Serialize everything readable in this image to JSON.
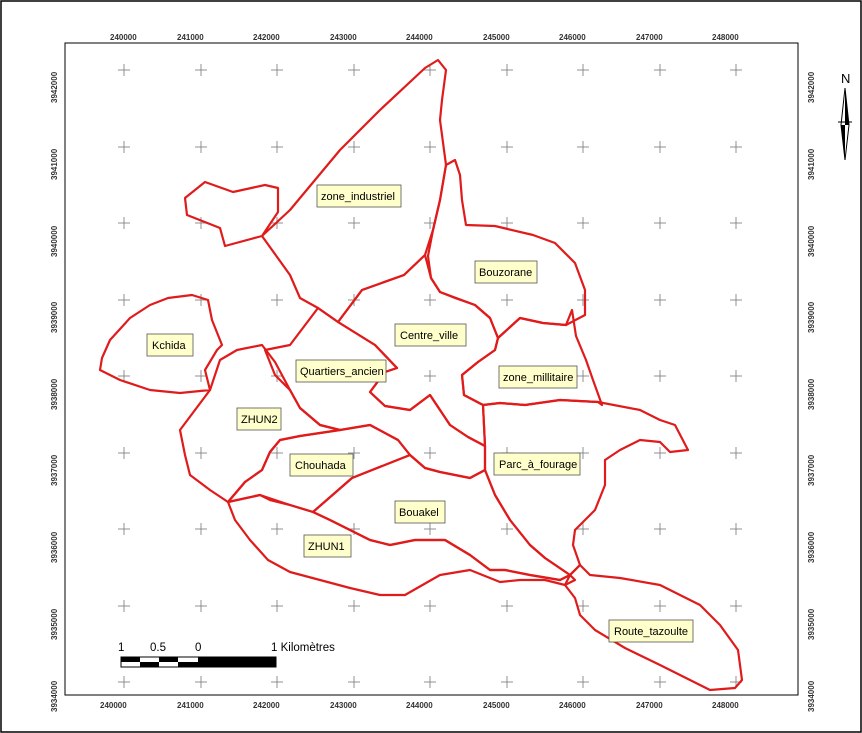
{
  "map": {
    "zones": [
      {
        "name": "zone_industriel"
      },
      {
        "name": "Bouzorane"
      },
      {
        "name": "Centre_ville"
      },
      {
        "name": "Kchida"
      },
      {
        "name": "Quartiers_ancien"
      },
      {
        "name": "zone_millitaire"
      },
      {
        "name": "ZHUN2"
      },
      {
        "name": "Chouhada"
      },
      {
        "name": "Parc_à_fourage"
      },
      {
        "name": "Bouakel"
      },
      {
        "name": "ZHUN1"
      },
      {
        "name": "Route_tazoulte"
      }
    ],
    "grid": {
      "x_ticks": [
        "240000",
        "241000",
        "242000",
        "243000",
        "244000",
        "245000",
        "246000",
        "247000",
        "248000"
      ],
      "y_ticks": [
        "3942000",
        "3941000",
        "3940000",
        "3939000",
        "3938000",
        "3937000",
        "3936000",
        "3935000",
        "3934000"
      ]
    },
    "north_label": "N",
    "scale_bar": {
      "labels": [
        "1",
        "0.5",
        "0",
        "1 Kilomètres"
      ]
    },
    "colors": {
      "boundary": "#e01b1b",
      "label_fill": "#ffffcc",
      "frame": "#000000"
    }
  }
}
